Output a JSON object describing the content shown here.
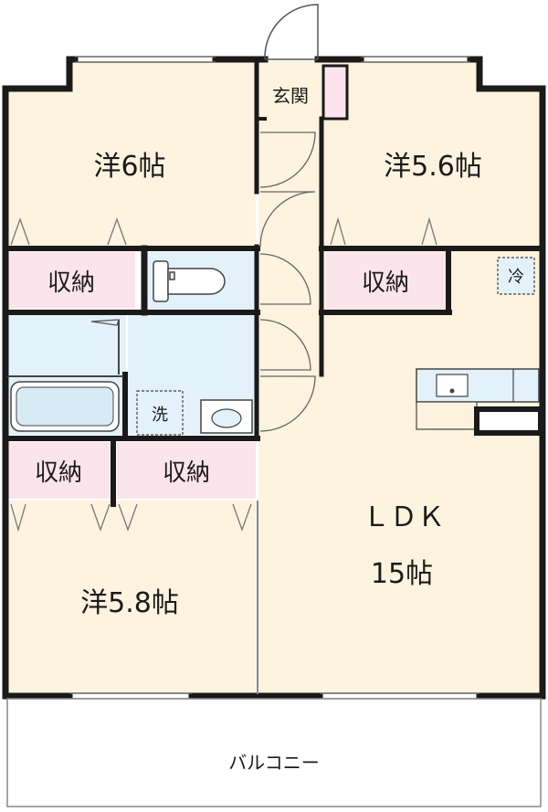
{
  "rooms": {
    "western_6": "洋6帖",
    "western_5_6": "洋5.6帖",
    "western_5_8": "洋5.8帖",
    "ldk_name": "ＬＤＫ",
    "ldk_size": "15帖"
  },
  "storage": {
    "label": "収納"
  },
  "fixtures": {
    "entrance": "玄関",
    "washer": "洗",
    "refrigerator": "冷"
  },
  "balcony": "バルコニー",
  "colors": {
    "room_floor": "#fdf3df",
    "storage_pink": "#fce4ec",
    "wet_area_blue": "#e2f1fa",
    "wall": "#1a1a1a"
  }
}
